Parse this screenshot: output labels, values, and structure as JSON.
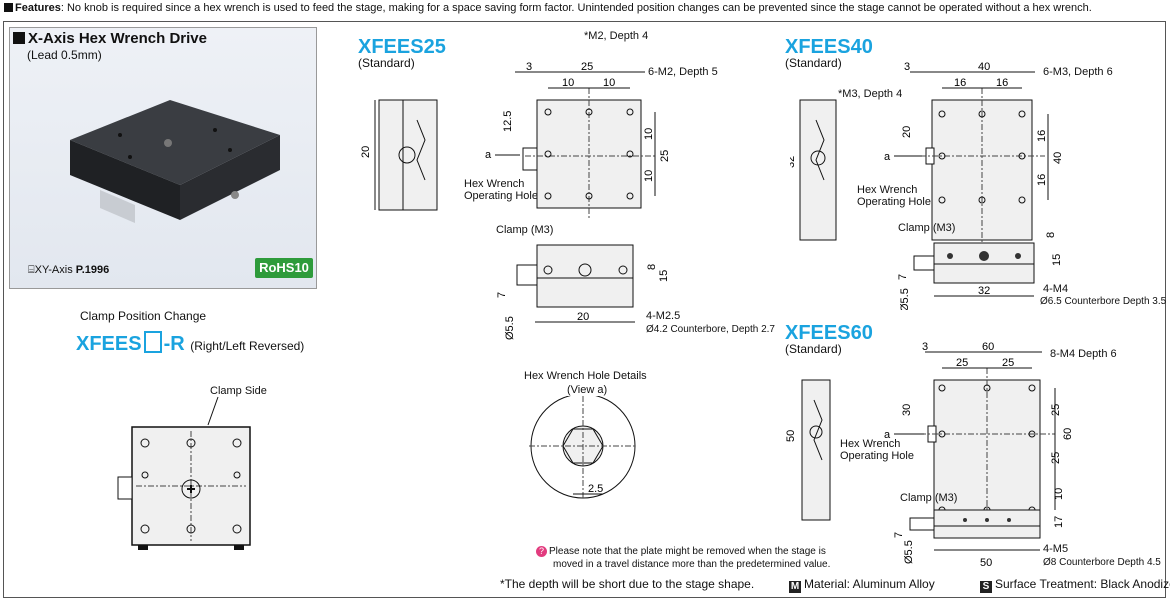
{
  "features": {
    "heading": "Features",
    "text": ": No knob is required since a hex wrench is used to feed the stage, making for a space saving form factor. Unintended position changes can be prevented since the stage cannot be operated without a hex wrench."
  },
  "product": {
    "title": "X-Axis Hex Wrench Drive",
    "lead": "(Lead 0.5mm)",
    "xy_ref_prefix": "XY-Axis",
    "xy_ref_page": "P.1996",
    "rohs": "RoHS10"
  },
  "clamp_change": {
    "label": "Clamp Position Change",
    "model_prefix": "XFEES",
    "model_suffix": "-R",
    "note": "(Right/Left Reversed)",
    "clamp_side": "Clamp Side"
  },
  "models": [
    {
      "name": "XFEES25",
      "std": "(Standard)"
    },
    {
      "name": "XFEES40",
      "std": "(Standard)"
    },
    {
      "name": "XFEES60",
      "std": "(Standard)"
    }
  ],
  "xfees25": {
    "m2_depth4": "*M2, Depth 4",
    "m2_depth5": "6-M2, Depth 5",
    "dim_3": "3",
    "dim_25": "25",
    "dim_10a": "10",
    "dim_10b": "10",
    "dim_12_5": "12.5",
    "dim_20": "20",
    "dim_10c": "10",
    "dim_25b": "25",
    "dim_10d": "10",
    "arrow_a": "a",
    "hex_hole": "Hex Wrench",
    "hex_hole2": "Operating Hole",
    "clamp": "Clamp (M3)",
    "dim_8": "8",
    "dim_15": "15",
    "dim_7": "7",
    "dim_d55": "Ø5.5",
    "dim_20b": "20",
    "m2_5": "4-M2.5",
    "cbore": "Ø4.2 Counterbore, Depth 2.7"
  },
  "hex_detail": {
    "title": "Hex Wrench Hole Details",
    "view": "(View a)",
    "dim": "2.5"
  },
  "xfees40": {
    "m3_depth4": "*M3, Depth 4",
    "m3_depth6": "6-M3, Depth 6",
    "dim_3": "3",
    "dim_40": "40",
    "dim_16a": "16",
    "dim_16b": "16",
    "dim_20": "20",
    "dim_32": "32",
    "dim_16c": "16",
    "dim_40b": "40",
    "dim_16d": "16",
    "arrow_a": "a",
    "hex_hole": "Hex Wrench",
    "hex_hole2": "Operating Hole",
    "clamp": "Clamp (M3)",
    "dim_8": "8",
    "dim_15": "15",
    "dim_7": "7",
    "dim_d55": "Ø5.5",
    "dim_32b": "32",
    "m4": "4-M4",
    "cbore": "Ø6.5 Counterbore Depth 3.5"
  },
  "xfees60": {
    "m4_depth6": "8-M4 Depth 6",
    "dim_3": "3",
    "dim_60": "60",
    "dim_25a": "25",
    "dim_25b": "25",
    "dim_30": "30",
    "dim_50": "50",
    "dim_25c": "25",
    "dim_60b": "60",
    "dim_25d": "25",
    "arrow_a": "a",
    "hex_hole": "Hex Wrench",
    "hex_hole2": "Operating Hole",
    "clamp": "Clamp (M3)",
    "dim_10": "10",
    "dim_17": "17",
    "dim_7": "7",
    "dim_d55": "Ø5.5",
    "dim_50b": "50",
    "m5": "4-M5",
    "cbore": "Ø8 Counterbore Depth 4.5"
  },
  "notes": {
    "plate_warning_1": "Please note that the plate might be removed when the stage is",
    "plate_warning_2": "moved in a travel distance more than the predetermined value.",
    "depth_note": "*The depth will be short due to the stage shape.",
    "material_badge": "M",
    "material": "Material: Aluminum Alloy",
    "surface_badge": "S",
    "surface": "Surface Treatment: Black Anodize"
  }
}
